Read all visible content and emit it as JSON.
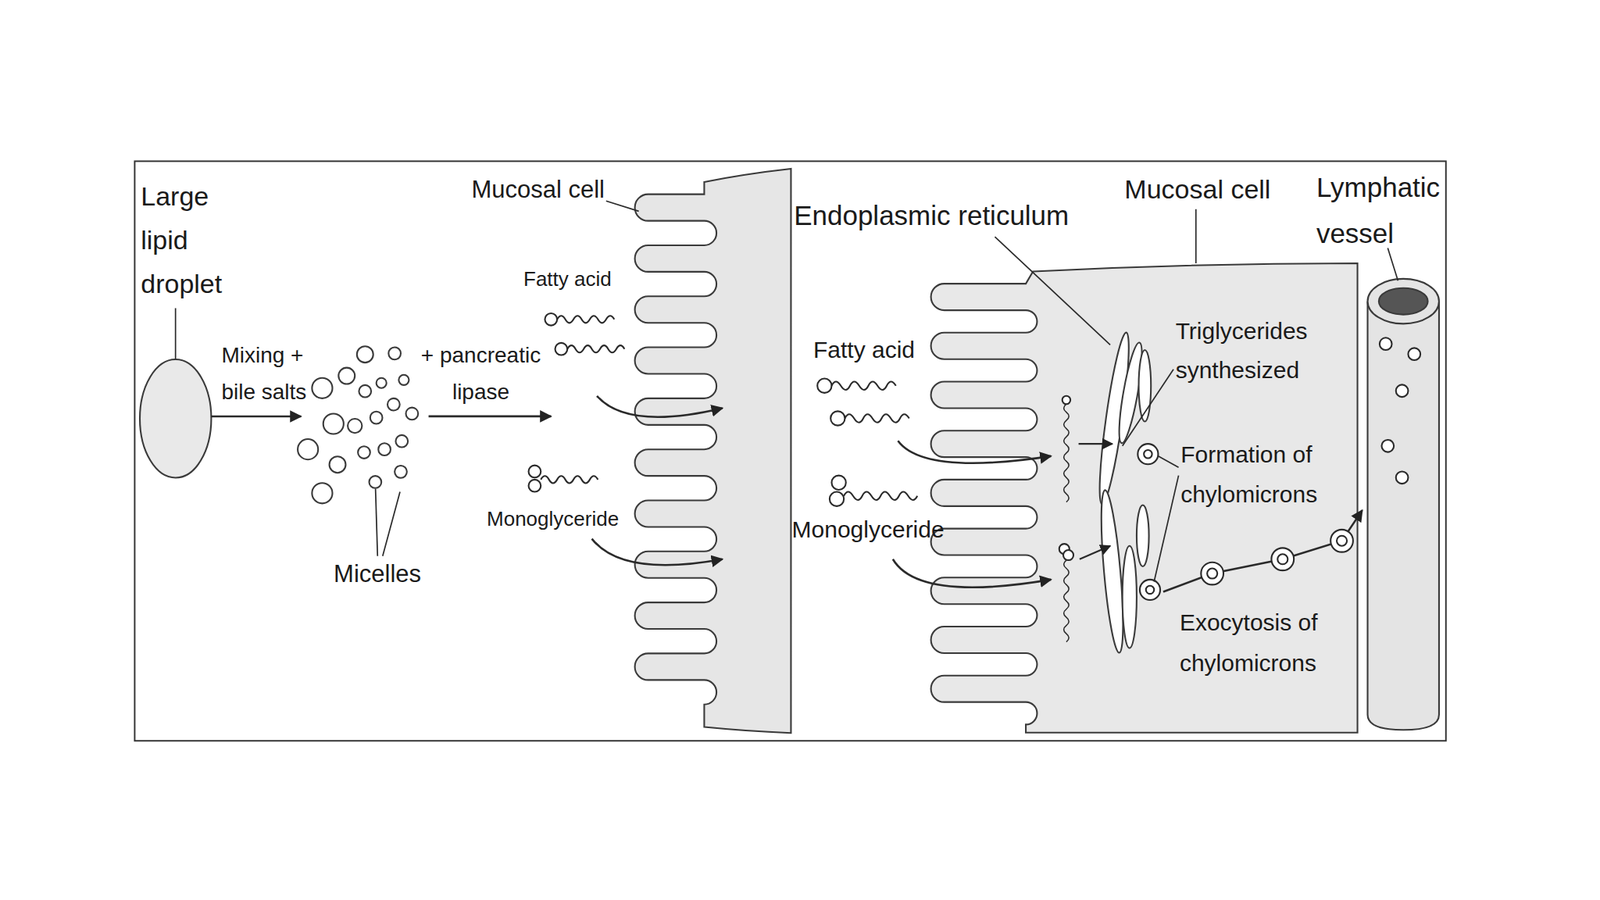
{
  "diagram": {
    "nodes": [
      {
        "text": [
          "Large lipid droplet"
        ]
      },
      {
        "text": [
          "Micelles"
        ]
      },
      {
        "text": [
          "Mucosal cell"
        ]
      },
      {
        "text": [
          "Mucosal cell"
        ]
      },
      {
        "text": [
          "Endoplasmic reticulum"
        ],
        "in": 3
      },
      {
        "text": [
          "Lymphatic vessel"
        ]
      }
    ],
    "edges": [
      {
        "from": 0,
        "to": 1,
        "label": "Mixing + bile salts",
        "arrow": "to"
      },
      {
        "from": 4,
        "to": 5,
        "label": "Exocytosis of chylomicrons",
        "arrow": "to"
      }
    ],
    "labels": [
      "+ pancreatic lipase",
      "Fatty acid",
      "Monoglyceride",
      "Fatty acid",
      "Monoglyceride",
      "Triglycerides synthesized",
      "Formation of chylomicrons"
    ]
  }
}
